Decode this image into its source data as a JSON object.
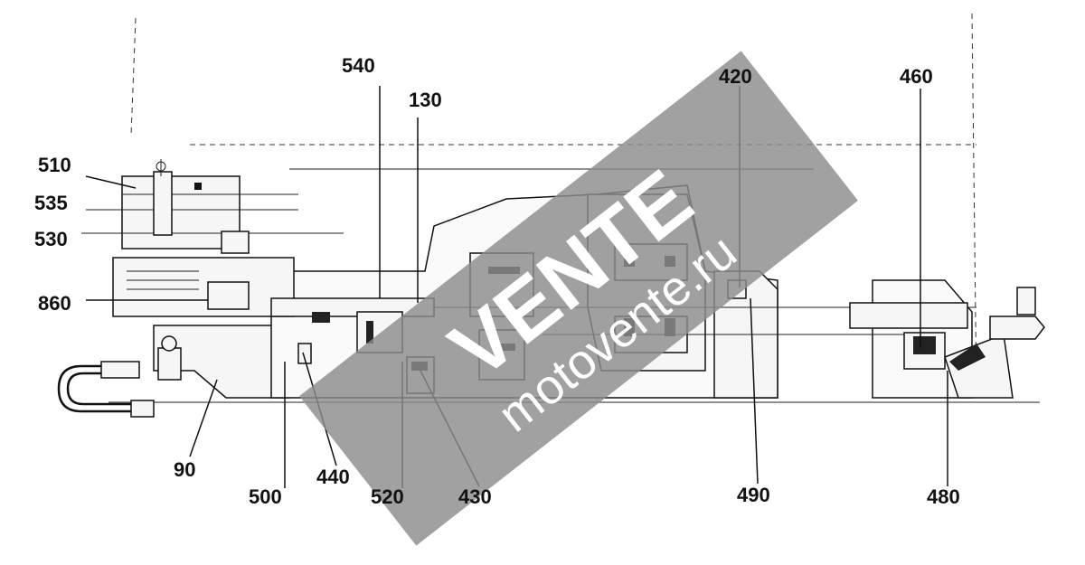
{
  "diagram": {
    "callouts": [
      "540",
      "130",
      "420",
      "460",
      "510",
      "535",
      "530",
      "860",
      "90",
      "500",
      "440",
      "520",
      "430",
      "490",
      "480"
    ]
  },
  "watermark": {
    "brand": "VENTE",
    "site": "motovente.ru"
  },
  "colors": {
    "ink": "#111111",
    "watermark": "#8c8c8c",
    "background": "#ffffff"
  }
}
